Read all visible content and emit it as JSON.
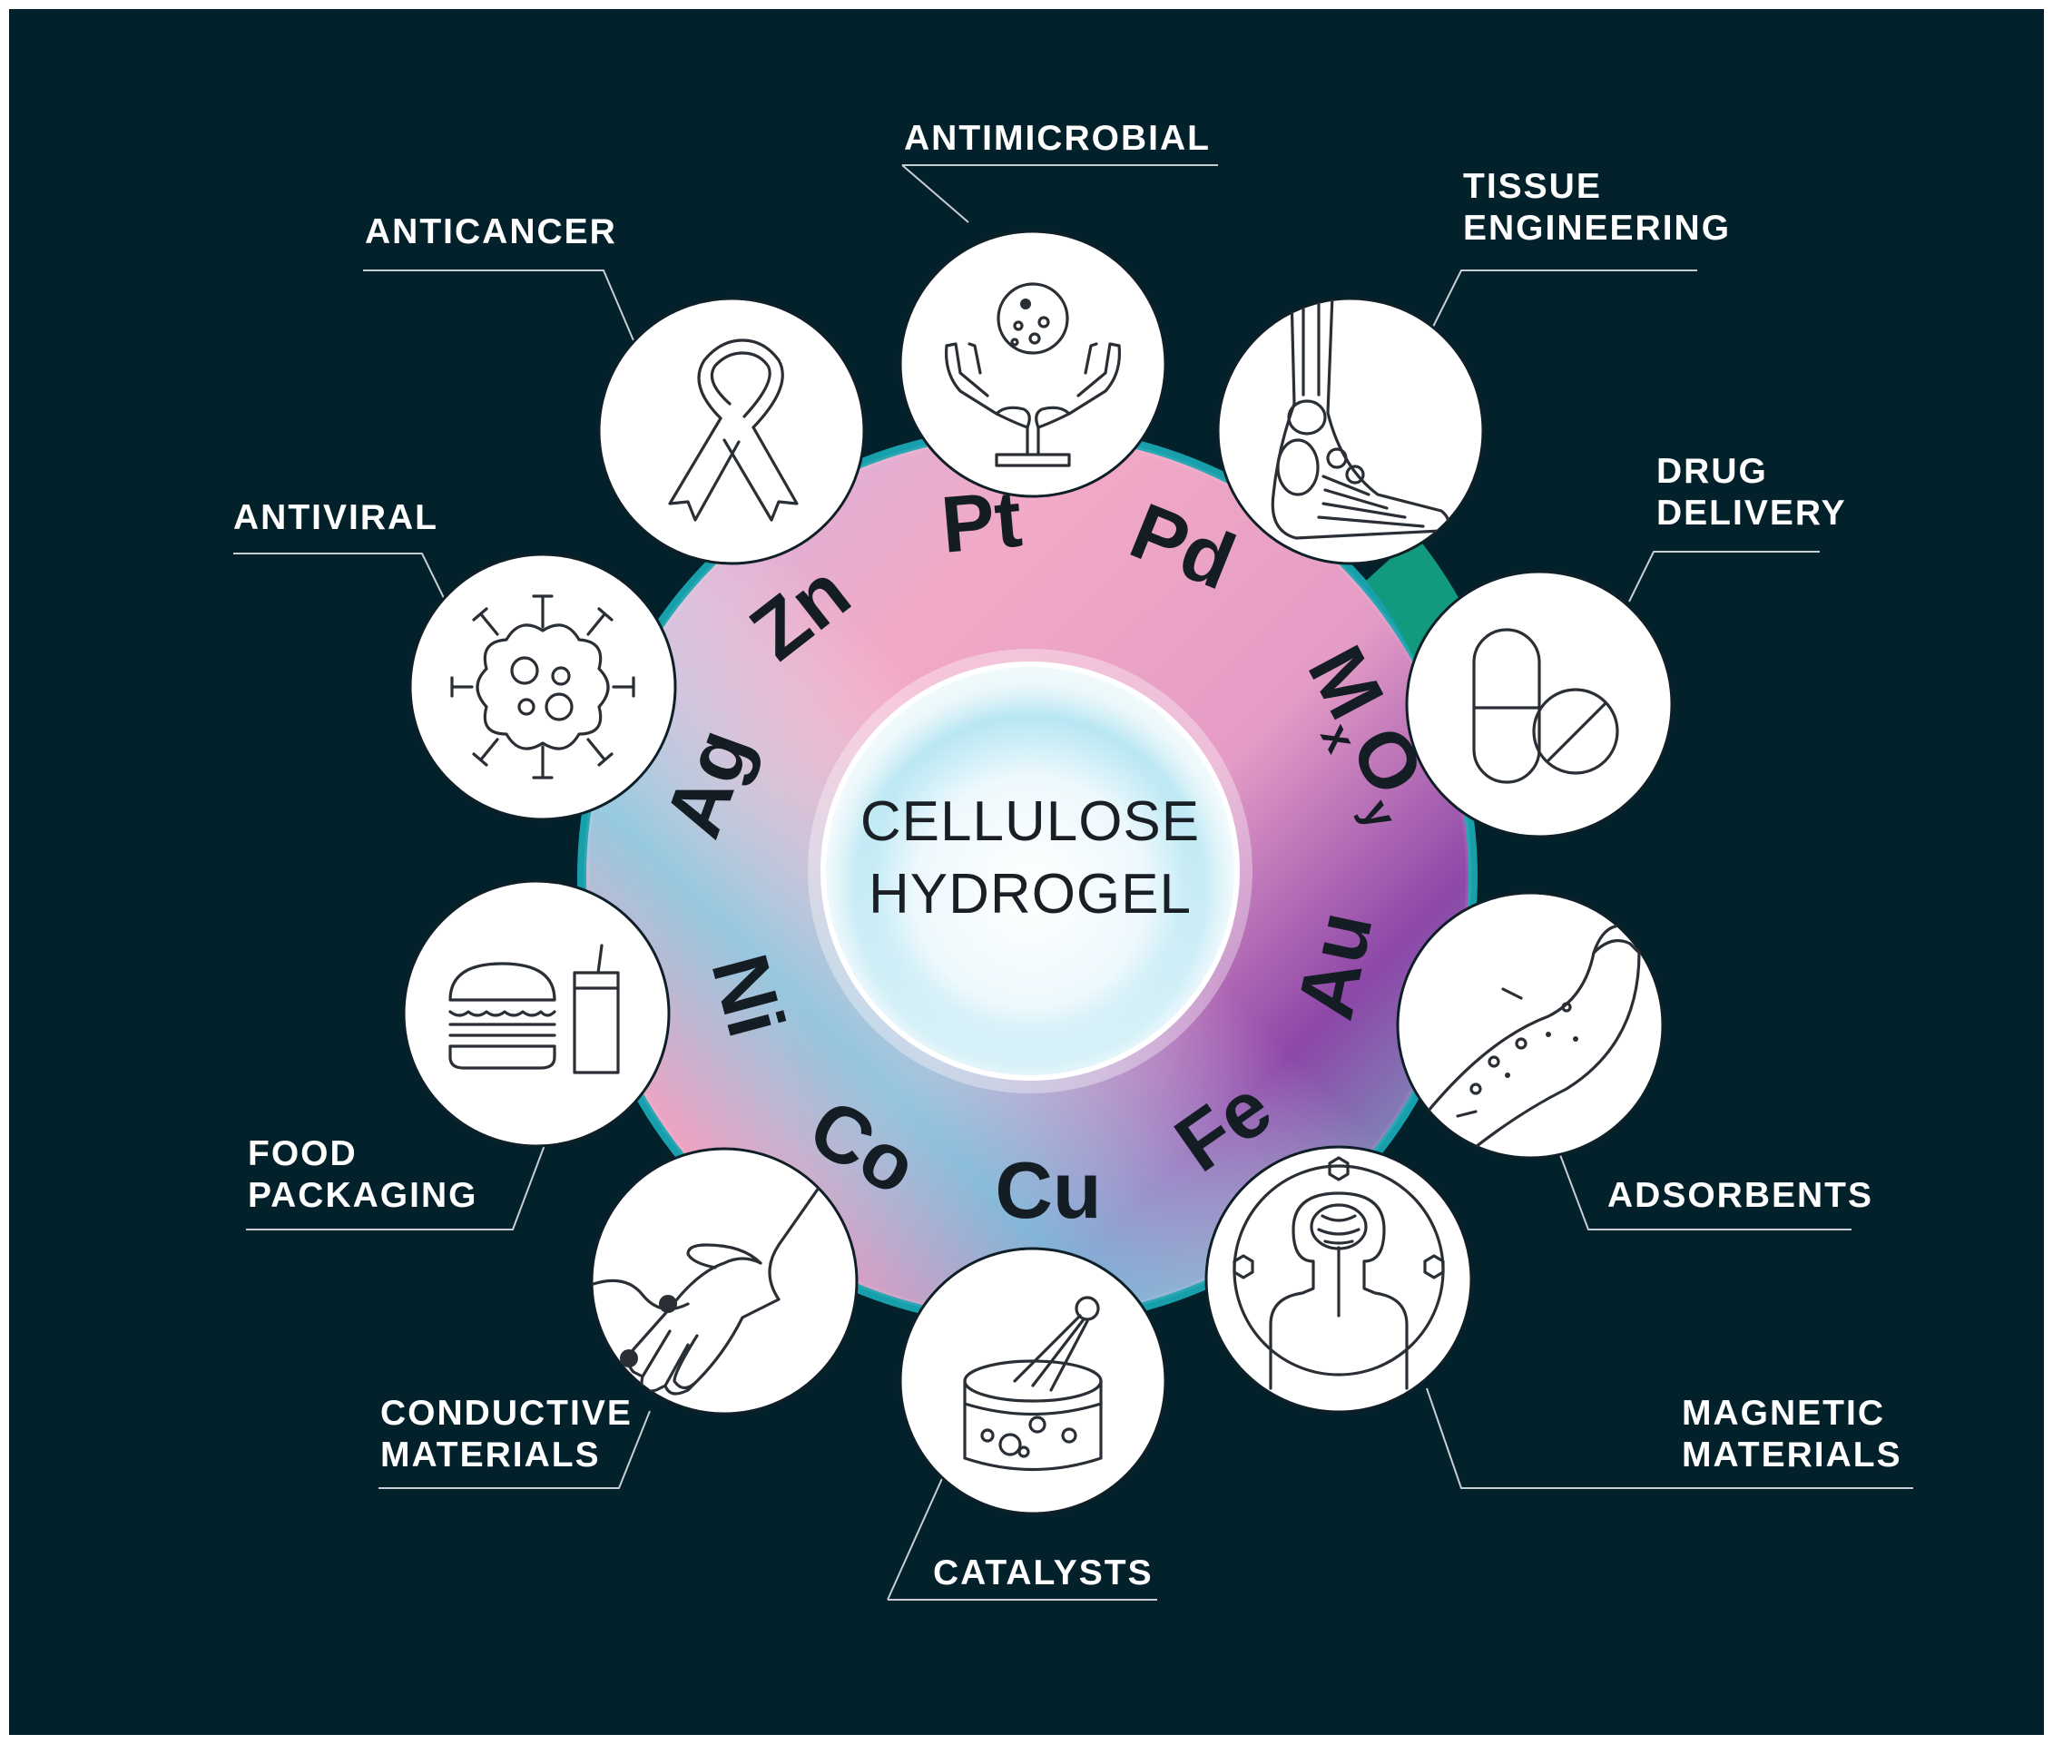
{
  "center": {
    "line1": "CELLULOSE",
    "line2": "HYDROGEL"
  },
  "metals": {
    "pt": "Pt",
    "pd": "Pd",
    "mxoy": {
      "base_m": "M",
      "sub_x": "x",
      "base_o": "O",
      "sub_y": "y"
    },
    "au": "Au",
    "fe": "Fe",
    "cu": "Cu",
    "co": "Co",
    "ni": "Ni",
    "ag": "Ag",
    "zn": "Zn"
  },
  "applications": {
    "antimicrobial": "ANTIMICROBIAL",
    "tissue_engineering": [
      "TISSUE",
      "ENGINEERING"
    ],
    "drug_delivery": [
      "DRUG",
      "DELIVERY"
    ],
    "adsorbents": "ADSORBENTS",
    "magnetic_materials": [
      "MAGNETIC",
      "MATERIALS"
    ],
    "catalysts": "CATALYSTS",
    "conductive_materials": [
      "CONDUCTIVE",
      "MATERIALS"
    ],
    "food_packaging": [
      "FOOD",
      "PACKAGING"
    ],
    "antiviral": "ANTIVIRAL",
    "anticancer": "ANTICANCER"
  },
  "colors": {
    "background": "#03212b",
    "outer_ring_teal": "#1aa3b0",
    "gradient_pink": "#f2a4c3",
    "gradient_purple": "#8a3fa0",
    "gradient_cyan": "#8fd9ea"
  },
  "icons": {
    "antimicrobial": "hands-holding-cell-icon",
    "tissue_engineering": "foot-bones-icon",
    "drug_delivery": "capsule-and-tablet-icon",
    "adsorbents": "adsorbent-sheet-icon",
    "magnetic_materials": "mri-scanner-brain-icon",
    "catalysts": "reaction-beaker-icon",
    "conductive_materials": "hand-touch-icon",
    "food_packaging": "burger-and-drink-icon",
    "antiviral": "virus-icon",
    "anticancer": "awareness-ribbon-icon"
  }
}
